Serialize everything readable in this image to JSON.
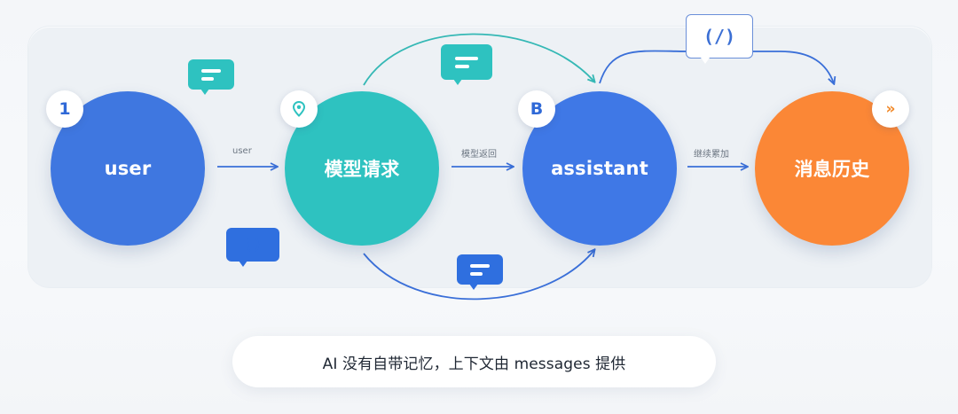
{
  "nodes": {
    "user": {
      "label": "user",
      "badge": "1",
      "color": "#3f77e0"
    },
    "request": {
      "label": "模型请求",
      "badge_icon": "location-pin-icon",
      "color": "#2ec2c0"
    },
    "assistant": {
      "label": "assistant",
      "badge": "B",
      "color": "#3f78e6"
    },
    "history": {
      "label": "消息历史",
      "badge": "»",
      "color": "#fb8736"
    }
  },
  "edges": {
    "user_to_request": "user",
    "request_to_assistant": "模型返回",
    "assistant_to_history": "继续累加"
  },
  "bubbles": {
    "code_left": "()",
    "code_top": "(/)"
  },
  "caption": "AI 没有自带记忆，上下文由 messages 提供",
  "colors": {
    "teal": "#2ec2c0",
    "blue": "#3f77e0",
    "orange": "#fb8736",
    "arrow_blue": "#3a6fd8",
    "arrow_teal": "#35b8b5"
  }
}
